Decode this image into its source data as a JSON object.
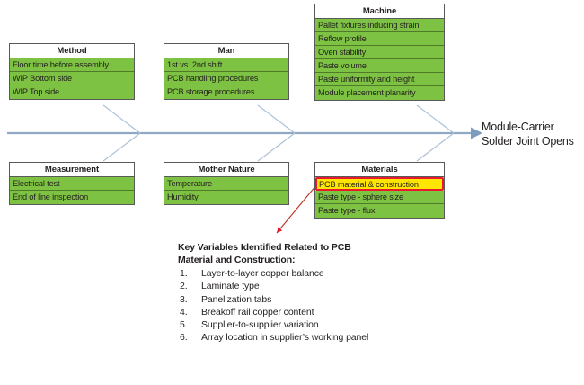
{
  "diagram": {
    "type": "fishbone-ishikawa",
    "effect": {
      "line1": "Module-Carrier",
      "line2": "Solder Joint Opens"
    },
    "spine_color": "#8FA9C4",
    "cause_fill": "#7DC242",
    "highlight_fill": "#FFE600",
    "highlight_border": "#E8192C",
    "categories": [
      {
        "id": "method",
        "title": "Method",
        "position": "top",
        "causes": [
          {
            "label": "Floor time before assembly",
            "highlight": false
          },
          {
            "label": "WIP Bottom side",
            "highlight": false
          },
          {
            "label": "WIP Top side",
            "highlight": false
          }
        ]
      },
      {
        "id": "man",
        "title": "Man",
        "position": "top",
        "causes": [
          {
            "label": "1st vs. 2nd shift",
            "highlight": false
          },
          {
            "label": "PCB handling procedures",
            "highlight": false
          },
          {
            "label": "PCB storage procedures",
            "highlight": false
          }
        ]
      },
      {
        "id": "machine",
        "title": "Machine",
        "position": "top",
        "causes": [
          {
            "label": "Pallet fixtures inducing strain",
            "highlight": false
          },
          {
            "label": "Reflow profile",
            "highlight": false
          },
          {
            "label": "Oven stability",
            "highlight": false
          },
          {
            "label": "Paste volume",
            "highlight": false
          },
          {
            "label": "Paste uniformity and height",
            "highlight": false
          },
          {
            "label": "Module placement planarity",
            "highlight": false
          }
        ]
      },
      {
        "id": "measurement",
        "title": "Measurement",
        "position": "bottom",
        "causes": [
          {
            "label": "Electrical test",
            "highlight": false
          },
          {
            "label": "End of line inspection",
            "highlight": false
          }
        ]
      },
      {
        "id": "mother-nature",
        "title": "Mother Nature",
        "position": "bottom",
        "causes": [
          {
            "label": "Temperature",
            "highlight": false
          },
          {
            "label": "Humidity",
            "highlight": false
          }
        ]
      },
      {
        "id": "materials",
        "title": "Materials",
        "position": "bottom",
        "causes": [
          {
            "label": "PCB material & construction",
            "highlight": true
          },
          {
            "label": "Paste type - sphere size",
            "highlight": false
          },
          {
            "label": "Paste type - flux",
            "highlight": false
          }
        ]
      }
    ]
  },
  "notes": {
    "title_line1": "Key Variables Identified Related to PCB",
    "title_line2": "Material and Construction:",
    "items": [
      {
        "num": "1.",
        "text": "Layer-to-layer copper balance"
      },
      {
        "num": "2.",
        "text": "Laminate type"
      },
      {
        "num": "3.",
        "text": "Panelization tabs"
      },
      {
        "num": "4.",
        "text": "Breakoff rail copper content"
      },
      {
        "num": "5.",
        "text": "Supplier-to-supplier variation"
      },
      {
        "num": "6.",
        "text": "Array location in supplier’s working panel"
      }
    ]
  }
}
